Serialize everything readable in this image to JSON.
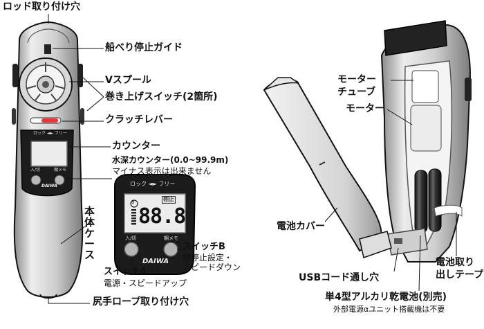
{
  "labels": {
    "rod_hole": "ロッド取り付け穴",
    "guide": "船べり停止ガイド",
    "v_spool": "Vスプール",
    "winding_switch": "巻き上げスイッチ(2箇所)",
    "clutch": "クラッチレバー",
    "counter": "カウンター",
    "depth_counter": "水深カウンター(0.0~99.9m)",
    "depth_note": "マイナス表示は出来ません",
    "body_case": "本体ケース",
    "switch_a": "スイッチA",
    "switch_a_desc": "電源・スピードアップ",
    "switch_b": "スイッチB",
    "switch_b_desc1": "棚停止設定・",
    "switch_b_desc2": "スピードダウン",
    "lanyard_hole": "尻手ロープ取り付け穴",
    "motor_tube_1": "モーター",
    "motor_tube_2": "チューブ",
    "motor": "モーター",
    "battery_cover": "電池カバー",
    "usb_hole": "USBコード通し穴",
    "battery": "単4型アルカリ乾電池(別売)",
    "battery_note": "外部電源αユニット搭載機は不要",
    "tape_1": "電池取り",
    "tape_2": "出しテープ"
  },
  "device": {
    "lock_free": "ロック ◄► フリー",
    "btn_a": "入/切",
    "btn_b": "棚メモ",
    "brand": "DAIWA",
    "display_value": "88.8",
    "display_tag": "棚止",
    "display_small": "8"
  }
}
